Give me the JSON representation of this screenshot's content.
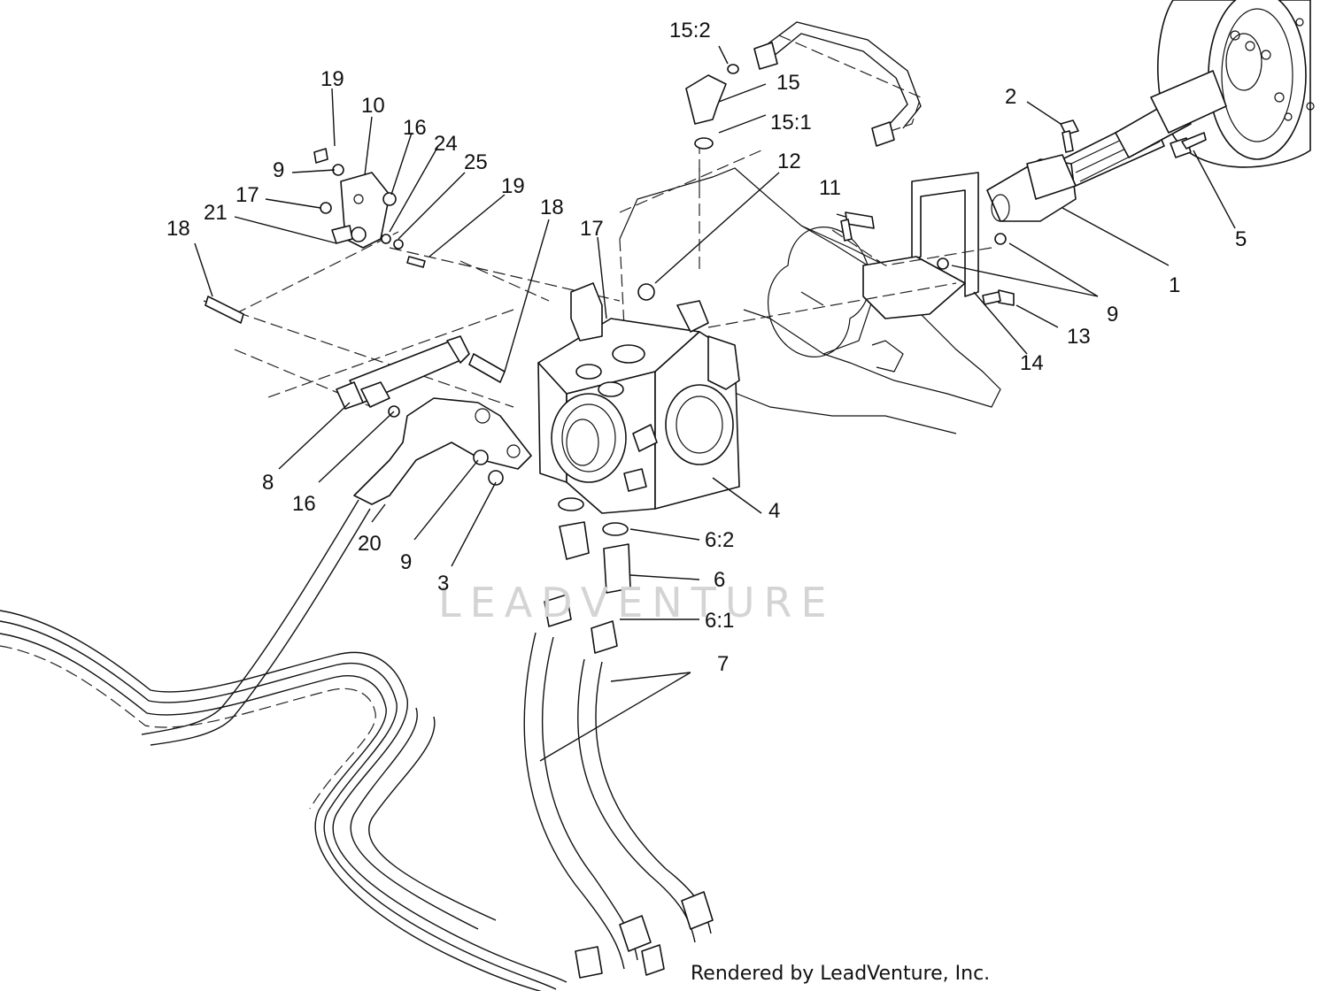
{
  "watermark": "LEADVENTURE",
  "footer": "Rendered by LeadVenture, Inc.",
  "callouts": {
    "c1": "1",
    "c2": "2",
    "c3": "3",
    "c4": "4",
    "c5": "5",
    "c6": "6",
    "c6_1": "6:1",
    "c6_2": "6:2",
    "c7": "7",
    "c8": "8",
    "c9_top": "9",
    "c9_right": "9",
    "c9_bottom": "9",
    "c10": "10",
    "c11": "11",
    "c12": "12",
    "c13": "13",
    "c14": "14",
    "c15": "15",
    "c15_1": "15:1",
    "c15_2": "15:2",
    "c16_top": "16",
    "c16_bottom": "16",
    "c17_left": "17",
    "c17_mid": "17",
    "c18_left": "18",
    "c18_mid": "18",
    "c19_top": "19",
    "c19_right": "19",
    "c20": "20",
    "c21": "21",
    "c24": "24",
    "c25": "25"
  }
}
